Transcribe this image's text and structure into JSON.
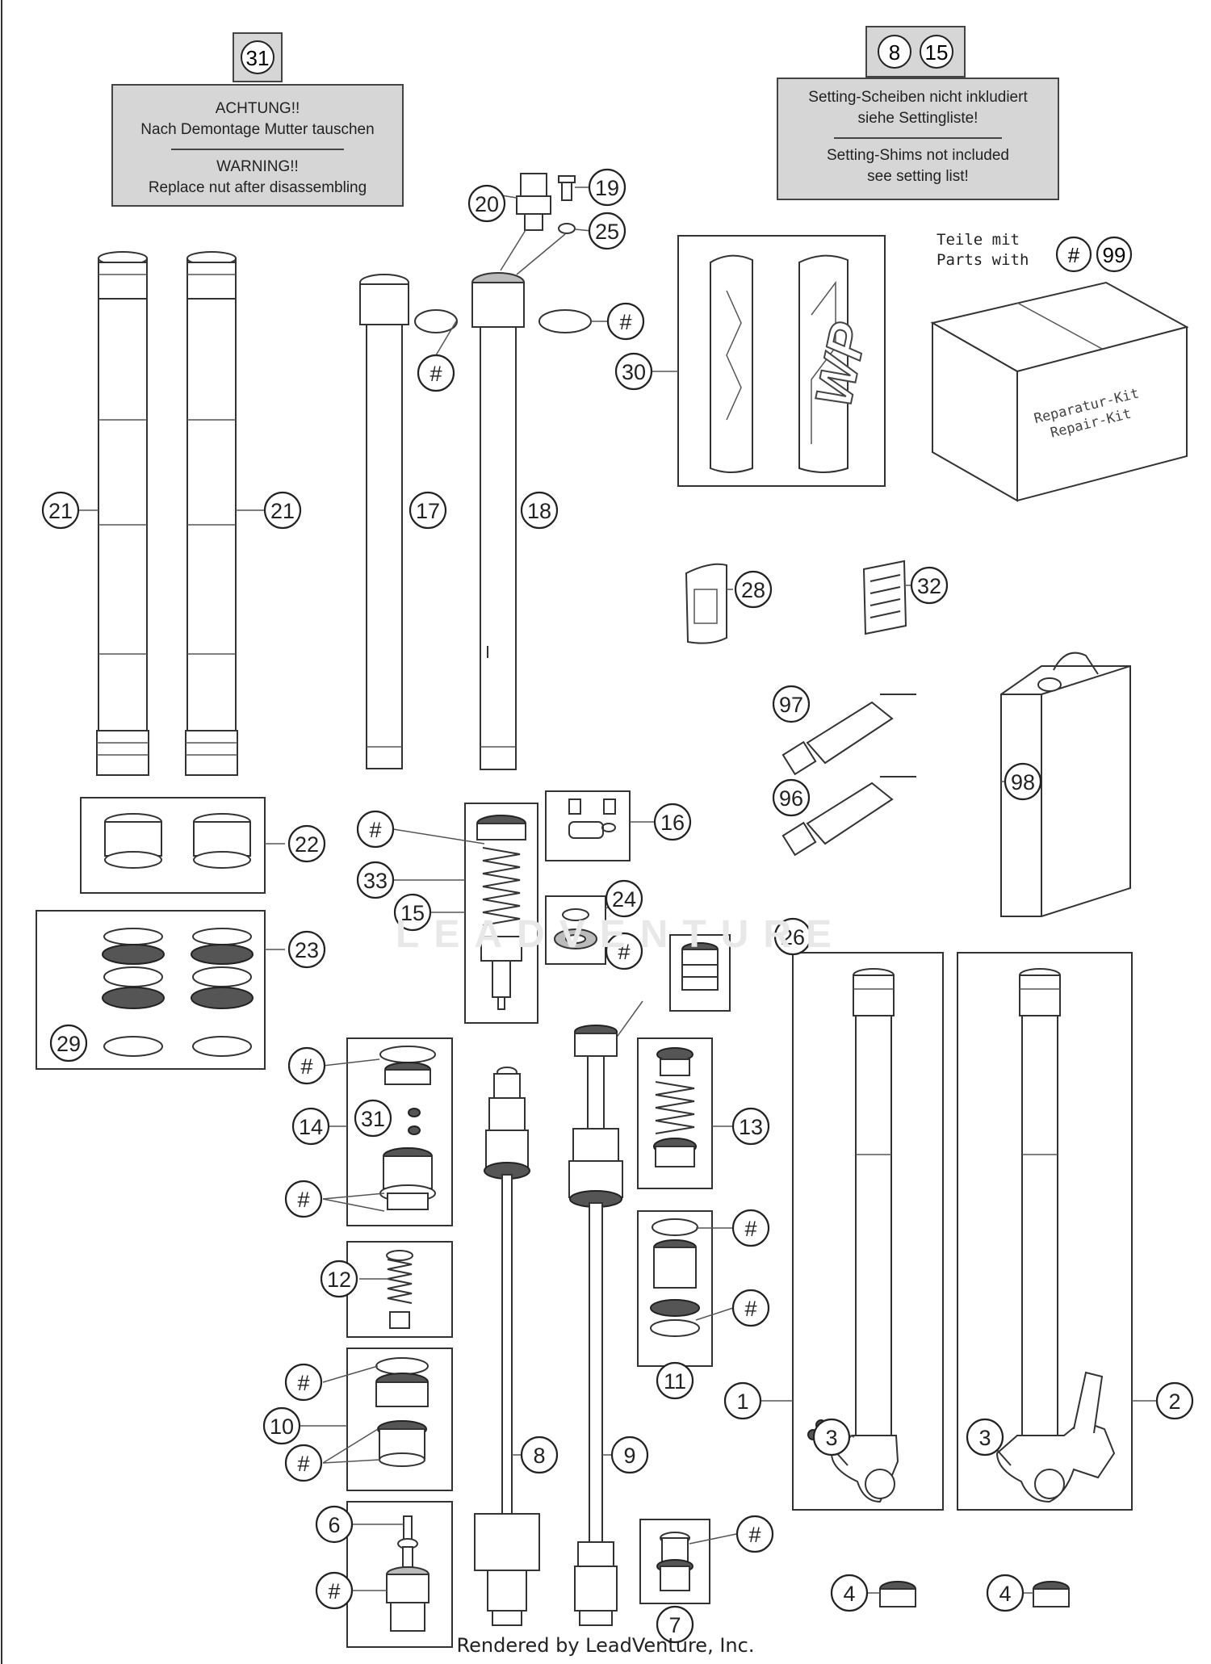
{
  "signs": {
    "left": {
      "tags": [
        "31"
      ],
      "de_title": "ACHTUNG!!",
      "de_text": "Nach Demontage Mutter tauschen",
      "en_title": "WARNING!!",
      "en_text": "Replace nut after disassembling"
    },
    "right": {
      "tags": [
        "8",
        "15"
      ],
      "de_line1": "Setting-Scheiben nicht inkludiert",
      "de_line2": "siehe Settingliste!",
      "en_line1": "Setting-Shims not included",
      "en_line2": "see setting list!"
    }
  },
  "kit_note": {
    "line1": "Teile mit",
    "line2": "Parts with",
    "tags": [
      "#",
      "99"
    ],
    "box_line1": "Reparatur-Kit",
    "box_line2": "Repair-Kit"
  },
  "sticker_text": "WP",
  "callouts": [
    {
      "id": "c21a",
      "label": "21"
    },
    {
      "id": "c21b",
      "label": "21"
    },
    {
      "id": "c17",
      "label": "17"
    },
    {
      "id": "c18",
      "label": "18"
    },
    {
      "id": "c20",
      "label": "20"
    },
    {
      "id": "c19",
      "label": "19"
    },
    {
      "id": "c25",
      "label": "25"
    },
    {
      "id": "chash1",
      "label": "#"
    },
    {
      "id": "chash2",
      "label": "#"
    },
    {
      "id": "c30",
      "label": "30"
    },
    {
      "id": "c28",
      "label": "28"
    },
    {
      "id": "c32",
      "label": "32"
    },
    {
      "id": "c97",
      "label": "97"
    },
    {
      "id": "c96",
      "label": "96"
    },
    {
      "id": "c98",
      "label": "98"
    },
    {
      "id": "c22",
      "label": "22"
    },
    {
      "id": "c23",
      "label": "23"
    },
    {
      "id": "c29",
      "label": "29"
    },
    {
      "id": "chash3",
      "label": "#"
    },
    {
      "id": "c33",
      "label": "33"
    },
    {
      "id": "c15",
      "label": "15"
    },
    {
      "id": "c16",
      "label": "16"
    },
    {
      "id": "c24",
      "label": "24"
    },
    {
      "id": "chash4",
      "label": "#"
    },
    {
      "id": "c26",
      "label": "26"
    },
    {
      "id": "chash5",
      "label": "#"
    },
    {
      "id": "c31b",
      "label": "31"
    },
    {
      "id": "c14",
      "label": "14"
    },
    {
      "id": "chash6",
      "label": "#"
    },
    {
      "id": "c13",
      "label": "13"
    },
    {
      "id": "chash7",
      "label": "#"
    },
    {
      "id": "chash8",
      "label": "#"
    },
    {
      "id": "c12",
      "label": "12"
    },
    {
      "id": "c11",
      "label": "11"
    },
    {
      "id": "chash9",
      "label": "#"
    },
    {
      "id": "c10",
      "label": "10"
    },
    {
      "id": "chash10",
      "label": "#"
    },
    {
      "id": "c8",
      "label": "8"
    },
    {
      "id": "c9",
      "label": "9"
    },
    {
      "id": "c1",
      "label": "1"
    },
    {
      "id": "c2",
      "label": "2"
    },
    {
      "id": "c3a",
      "label": "3"
    },
    {
      "id": "c3b",
      "label": "3"
    },
    {
      "id": "c6",
      "label": "6"
    },
    {
      "id": "chash11",
      "label": "#"
    },
    {
      "id": "chash12",
      "label": "#"
    },
    {
      "id": "c7",
      "label": "7"
    },
    {
      "id": "c4a",
      "label": "4"
    },
    {
      "id": "c4b",
      "label": "4"
    }
  ],
  "watermark": "LEADVENTURE",
  "footer": "Rendered by LeadVenture, Inc."
}
